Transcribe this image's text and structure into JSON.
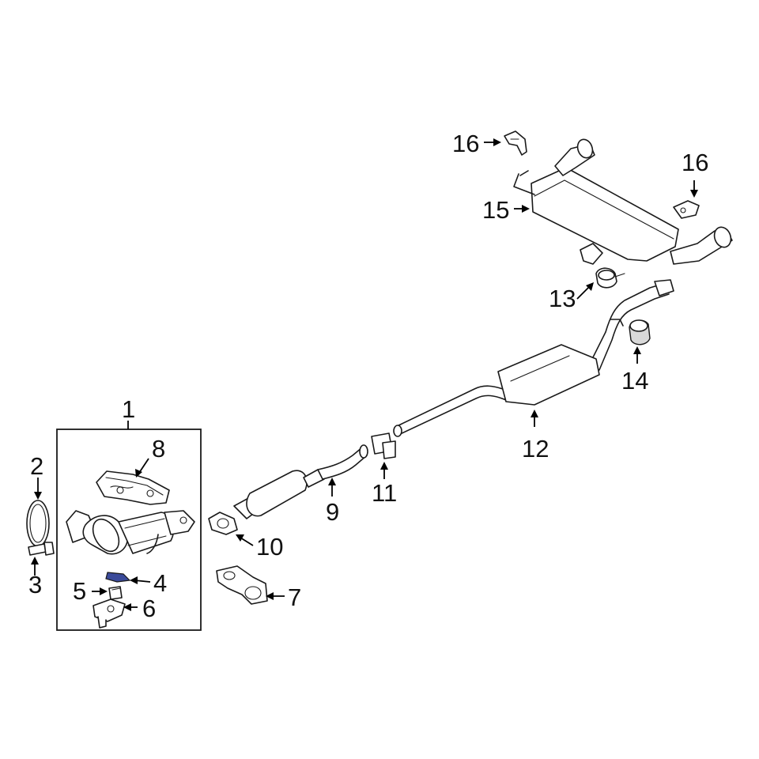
{
  "diagram": {
    "highlight_color": "#3a4a9a",
    "callouts": {
      "c1": "1",
      "c2": "2",
      "c3": "3",
      "c4": "4",
      "c5": "5",
      "c6": "6",
      "c7": "7",
      "c8": "8",
      "c9": "9",
      "c10": "10",
      "c11": "11",
      "c12": "12",
      "c13": "13",
      "c14": "14",
      "c15": "15",
      "c16a": "16",
      "c16b": "16"
    }
  }
}
